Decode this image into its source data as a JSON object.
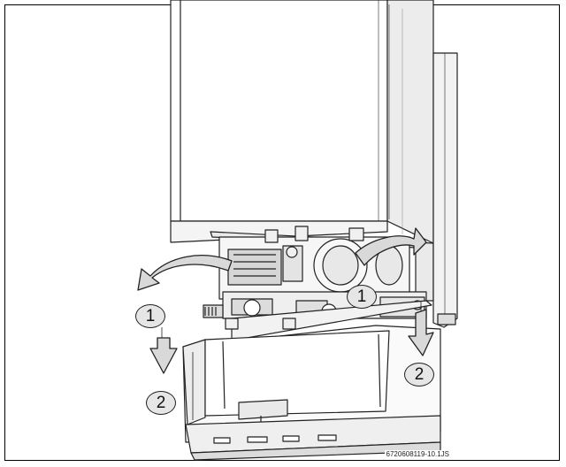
{
  "figure": {
    "callouts": [
      {
        "label": "1",
        "step": "swing-out"
      },
      {
        "label": "1",
        "step": "swing-out"
      },
      {
        "label": "2",
        "step": "pull-down"
      },
      {
        "label": "2",
        "step": "pull-down"
      }
    ],
    "figure_code": "6720608119-10.1JS",
    "colors": {
      "arrow_fill": "#d9d9d9",
      "outline": "#222222",
      "casing_face": "#ffffff",
      "casing_shade": "#e9e9e9"
    }
  }
}
